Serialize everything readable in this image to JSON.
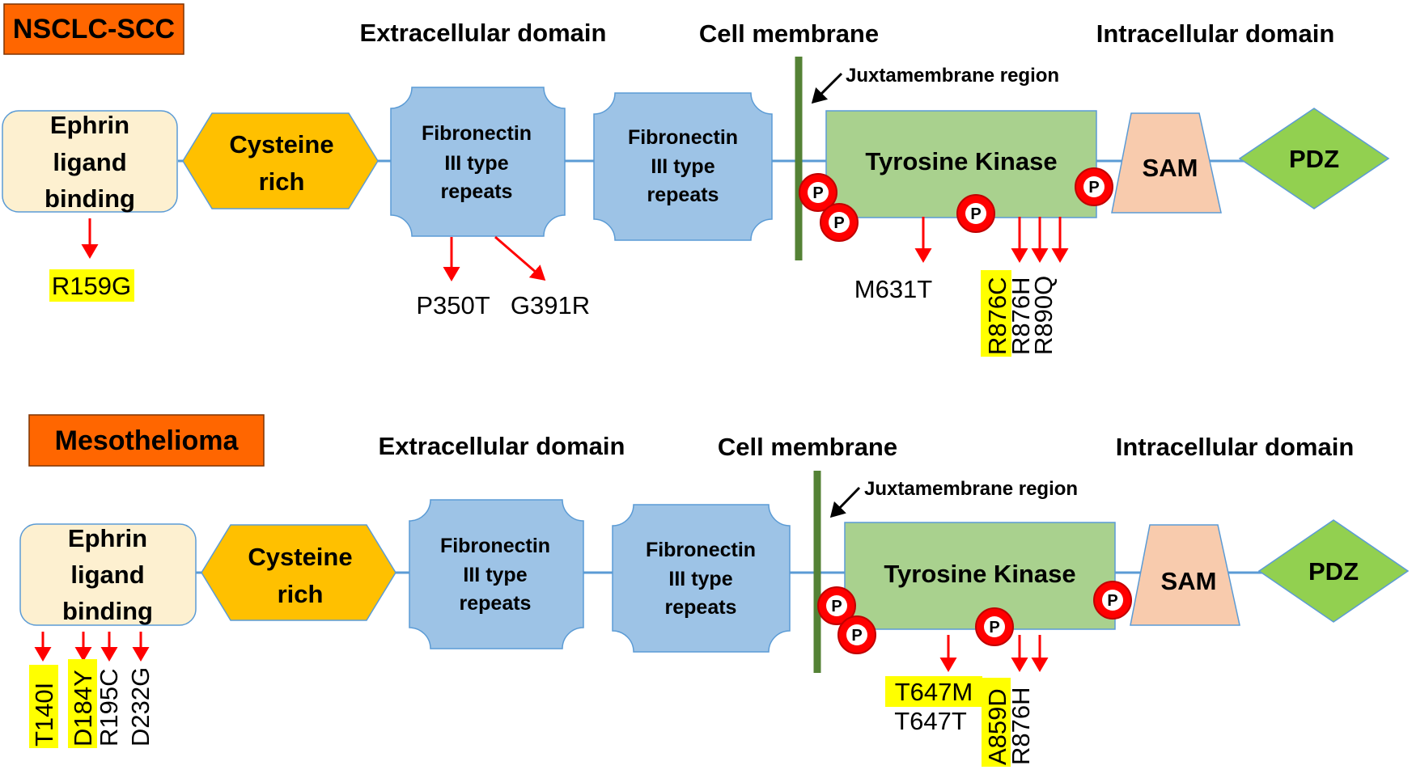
{
  "panels": [
    {
      "id": "nsclc",
      "tag": "NSCLC-SCC",
      "extracellular": "Extracellular domain",
      "membrane": "Cell membrane",
      "intracellular": "Intracellular domain",
      "juxtamembrane": "Juxtamembrane region",
      "ephrin": [
        "Ephrin",
        "ligand",
        "binding"
      ],
      "cysteine": [
        "Cysteine",
        "rich"
      ],
      "fibronectin": [
        "Fibronectin",
        "III type",
        "repeats"
      ],
      "kinase": "Tyrosine Kinase",
      "sam": "SAM",
      "pdz": "PDZ",
      "phospho_label": "P",
      "mutations": [
        {
          "label": "R159G",
          "highlight": true
        },
        {
          "label": "P350T",
          "highlight": false
        },
        {
          "label": "G391R",
          "highlight": false
        },
        {
          "label": "M631T",
          "highlight": false
        },
        {
          "label": "R876C",
          "highlight": true
        },
        {
          "label": "R876H",
          "highlight": false
        },
        {
          "label": "R890Q",
          "highlight": false
        }
      ]
    },
    {
      "id": "meso",
      "tag": "Mesothelioma",
      "extracellular": "Extracellular domain",
      "membrane": "Cell membrane",
      "intracellular": "Intracellular domain",
      "juxtamembrane": "Juxtamembrane region",
      "ephrin": [
        "Ephrin",
        "ligand",
        "binding"
      ],
      "cysteine": [
        "Cysteine",
        "rich"
      ],
      "fibronectin": [
        "Fibronectin",
        "III type",
        "repeats"
      ],
      "kinase": "Tyrosine Kinase",
      "sam": "SAM",
      "pdz": "PDZ",
      "phospho_label": "P",
      "mutations": [
        {
          "label": "T140I",
          "highlight": true
        },
        {
          "label": "D184Y",
          "highlight": true
        },
        {
          "label": "R195C",
          "highlight": false
        },
        {
          "label": "D232G",
          "highlight": false
        },
        {
          "label": "T647M",
          "highlight": true
        },
        {
          "label": "T647T",
          "highlight": false
        },
        {
          "label": "A859D",
          "highlight": true
        },
        {
          "label": "R876H",
          "highlight": false
        }
      ]
    }
  ],
  "colors": {
    "tag_fill": "#ff6600",
    "ephrin_fill": "#fdf0d0",
    "cysteine_fill": "#ffc000",
    "fibronectin_fill": "#9dc3e6",
    "kinase_fill": "#a9d18e",
    "sam_fill": "#f8cbad",
    "pdz_fill": "#92d050",
    "membrane": "#548235",
    "backbone": "#5b9bd5",
    "arrow": "#ff0000",
    "phospho_ring": "#ff0000",
    "highlight": "#ffff00"
  }
}
